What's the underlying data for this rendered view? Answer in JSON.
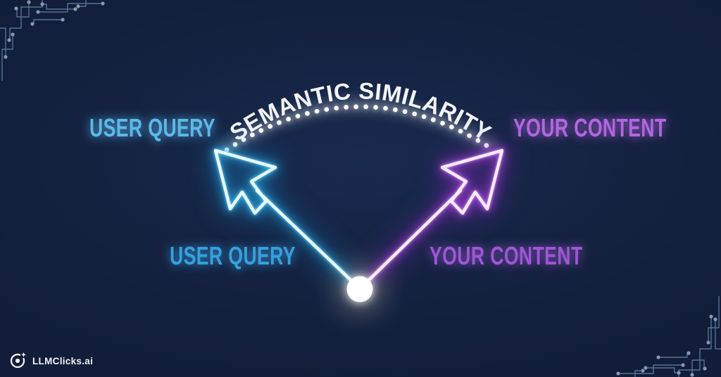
{
  "page": {
    "background_color": "#142240"
  },
  "diagram": {
    "title": "SEMANTIC SIMILARITY",
    "title_color": "#f2f4f9",
    "arc": {
      "style": "dotted-arc",
      "dot_color": "#ffffff"
    },
    "labels": {
      "top_left": {
        "text": "USER QUERY",
        "color": "#5cb8ea"
      },
      "top_right": {
        "text": "YOUR CONTENT",
        "color": "#b266e0"
      },
      "bottom_left": {
        "text": "USER QUERY",
        "color": "#379fde"
      },
      "bottom_right": {
        "text": "YOUR CONTENT",
        "color": "#9c57d3"
      }
    },
    "arrows": {
      "left": {
        "meaning": "user-query-vector",
        "core_color": "#e6faff",
        "glow_color": "#2cc0f8"
      },
      "right": {
        "meaning": "your-content-vector",
        "core_color": "#f9ecff",
        "glow_color": "#c44df5"
      }
    },
    "origin_dot": {
      "color": "#ffffff"
    }
  },
  "branding": {
    "logo_text": "LLMClicks.ai",
    "logo_icon": "click-target-sparkle-icon",
    "logo_color": "#eef1f6"
  },
  "decor": {
    "circuit_trace_color": "#7fa6cf",
    "circuit_node_color": "#cfe3f5"
  }
}
